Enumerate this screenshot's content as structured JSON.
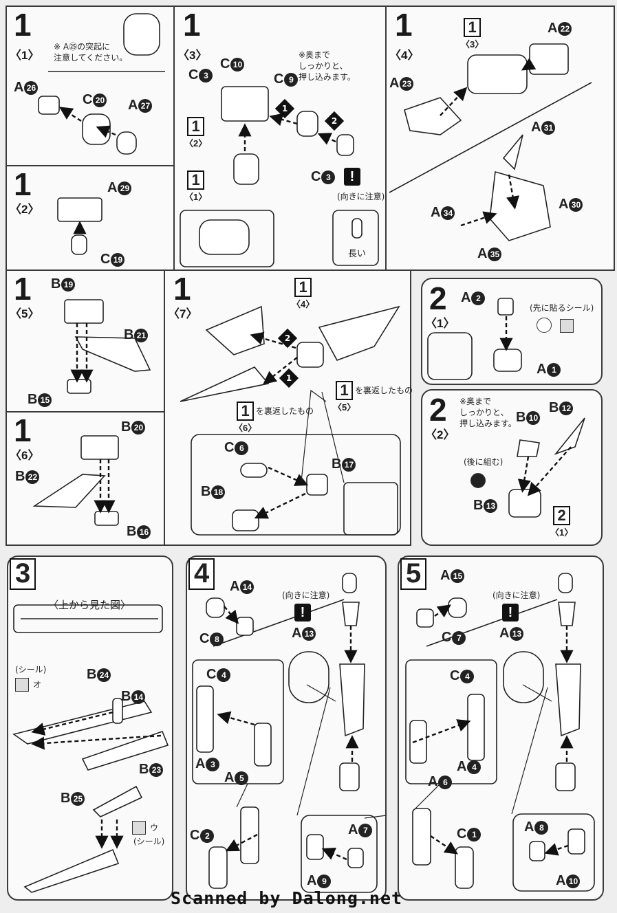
{
  "footer": "Scanned by Dalong.net",
  "steps": {
    "s1_1": {
      "num": "1",
      "sub": "〈1〉",
      "note": "※ A㉕の突起に\n注意してください。",
      "labels": [
        "A",
        "C",
        "A"
      ],
      "codes": [
        "26",
        "20",
        "27"
      ]
    },
    "s1_2": {
      "num": "1",
      "sub": "〈2〉",
      "labels": [
        "A",
        "C"
      ],
      "codes": [
        "29",
        "19"
      ]
    },
    "s1_3": {
      "num": "1",
      "sub": "〈3〉",
      "note": "※奥まで\nしっかりと、\n押し込みます。",
      "labels": [
        "C",
        "C",
        "C",
        "C"
      ],
      "codes": [
        "3",
        "10",
        "9",
        "3"
      ],
      "warn": "(向きに注意)",
      "long": "長い",
      "refs": [
        {
          "n": "1",
          "s": "〈2〉"
        },
        {
          "n": "1",
          "s": "〈1〉"
        }
      ]
    },
    "s1_4": {
      "num": "1",
      "sub": "〈4〉",
      "labels": [
        "A",
        "A",
        "A",
        "A",
        "A",
        "A"
      ],
      "codes": [
        "22",
        "23",
        "31",
        "30",
        "34",
        "35"
      ],
      "ref": {
        "n": "1",
        "s": "〈3〉"
      }
    },
    "s1_5": {
      "num": "1",
      "sub": "〈5〉",
      "labels": [
        "B",
        "B",
        "B"
      ],
      "codes": [
        "19",
        "21",
        "15"
      ]
    },
    "s1_6": {
      "num": "1",
      "sub": "〈6〉",
      "labels": [
        "B",
        "B",
        "B"
      ],
      "codes": [
        "20",
        "22",
        "16"
      ]
    },
    "s1_7": {
      "num": "1",
      "sub": "〈7〉",
      "labels": [
        "C",
        "B",
        "B"
      ],
      "codes": [
        "6",
        "17",
        "18"
      ],
      "ref4": {
        "n": "1",
        "s": "〈4〉"
      },
      "ref5": {
        "n": "1",
        "s": "〈5〉"
      },
      "ref6": {
        "n": "1",
        "s": "〈6〉"
      },
      "flip": "を裏返したもの"
    },
    "s2_1": {
      "num": "2",
      "sub": "〈1〉",
      "labels": [
        "A",
        "A"
      ],
      "codes": [
        "2",
        "1"
      ],
      "seal_note": "(先に貼るシール)"
    },
    "s2_2": {
      "num": "2",
      "sub": "〈2〉",
      "note": "※奥まで\nしっかりと、\n押し込みます。",
      "labels": [
        "B",
        "B",
        "B"
      ],
      "codes": [
        "10",
        "12",
        "13"
      ],
      "later": "(後に組む)",
      "ref": {
        "n": "2",
        "s": "〈1〉"
      }
    },
    "s3": {
      "num": "3",
      "view": "〈上から見た図〉",
      "labels": [
        "B",
        "B",
        "B",
        "B"
      ],
      "codes": [
        "24",
        "14",
        "23",
        "25"
      ],
      "seal": "(シール)",
      "seal_o": "オ",
      "seal_u": "ウ"
    },
    "s4": {
      "num": "4",
      "labels": [
        "A",
        "C",
        "A",
        "C",
        "A",
        "A",
        "C",
        "A",
        "A"
      ],
      "codes": [
        "14",
        "8",
        "13",
        "4",
        "3",
        "5",
        "2",
        "7",
        "9"
      ],
      "warn": "(向きに注意)"
    },
    "s5": {
      "num": "5",
      "labels": [
        "A",
        "C",
        "A",
        "C",
        "A",
        "A",
        "C",
        "A",
        "A"
      ],
      "codes": [
        "15",
        "7",
        "13",
        "4",
        "4",
        "6",
        "1",
        "8",
        "10"
      ],
      "warn": "(向きに注意)"
    }
  }
}
